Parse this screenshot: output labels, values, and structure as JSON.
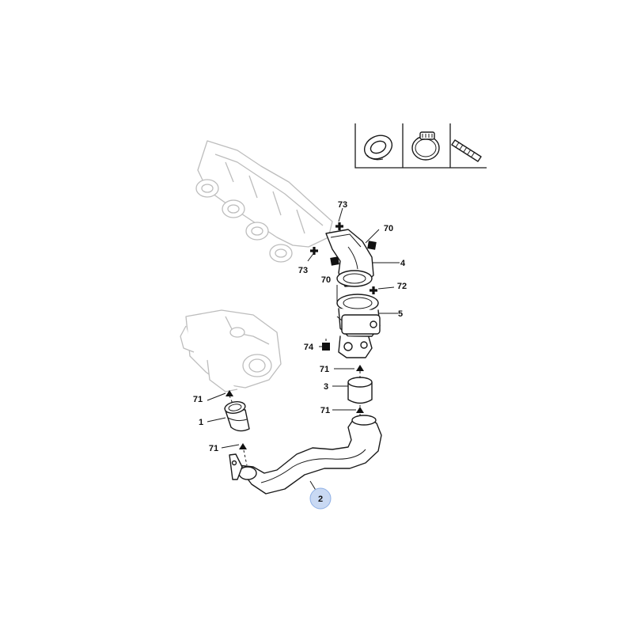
{
  "labels": {
    "ref_1": "1",
    "ref_2": "2",
    "ref_3": "3",
    "ref_4": "4",
    "ref_5": "5",
    "ref_70": "70",
    "ref_71": "71",
    "ref_72": "72",
    "ref_73": "73",
    "ref_74": "74"
  },
  "highlighted_ref": "2",
  "colors": {
    "line": "#1a1a1a",
    "faded_context": "#bdbdbd",
    "highlight_fill": "#c9d9f3"
  },
  "icons": {
    "seal": "seal-washer-icon",
    "clamp": "hose-clamp-icon",
    "stud": "threaded-stud-icon",
    "marker_square": "square-marker-icon",
    "marker_cross": "cross-marker-icon",
    "marker_triangle": "triangle-marker-icon"
  }
}
